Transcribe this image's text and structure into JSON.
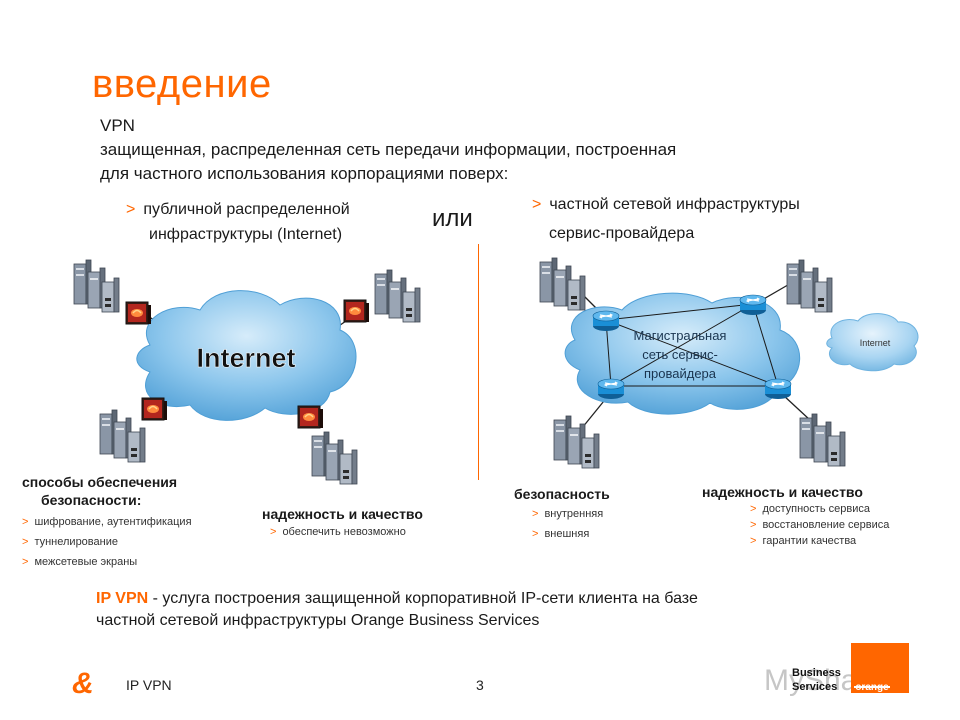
{
  "slide": {
    "title": "введение",
    "intro": {
      "line1": "VPN",
      "line2": "защищенная, распределенная сеть передачи информации, построенная",
      "line3": "для частного использования корпорациями поверх:"
    },
    "option_left": {
      "line1": "публичной распределенной",
      "line2": "инфраструктуры (Internet)"
    },
    "or_label": "или",
    "option_right": {
      "line1": "частной сетевой инфраструктуры",
      "line2": "сервис-провайдера"
    }
  },
  "left_diagram": {
    "cloud_label": "Internet",
    "security": {
      "heading1": "способы обеспечения",
      "heading2": "безопасности:",
      "items": [
        "шифрование, аутентификация",
        "туннелирование",
        "межсетевые экраны"
      ]
    },
    "quality": {
      "heading": "надежность и качество",
      "items": [
        "обеспечить невозможно"
      ]
    }
  },
  "right_diagram": {
    "cloud_label": {
      "line1": "Магистральная",
      "line2": "сеть сервис-",
      "line3": "провайдера"
    },
    "small_cloud_label": "Internet",
    "security": {
      "heading": "безопасность",
      "items": [
        "внутренняя",
        "внешняя"
      ]
    },
    "quality": {
      "heading": "надежность и качество",
      "items": [
        "доступность сервиса",
        "восстановление сервиса",
        "гарантии качества"
      ]
    }
  },
  "summary": {
    "highlight": "IP VPN",
    "line1_rest": " - услуга построения защищенной корпоративной IP-сети клиента на базе",
    "line2": "частной сетевой инфраструктуры Orange Business Services"
  },
  "footer": {
    "logo_glyph": "&",
    "label": "IP VPN",
    "page_number": "3",
    "brand_line1": "Business",
    "brand_line2": "Services",
    "brand_orange": "orange",
    "watermark": "MyShared"
  },
  "arrow_glyph": ">",
  "colors": {
    "accent": "#ff6600",
    "cloud": "#6fb6e4",
    "cloud_light": "#c9e5f7",
    "router": "#1a8fd6"
  }
}
